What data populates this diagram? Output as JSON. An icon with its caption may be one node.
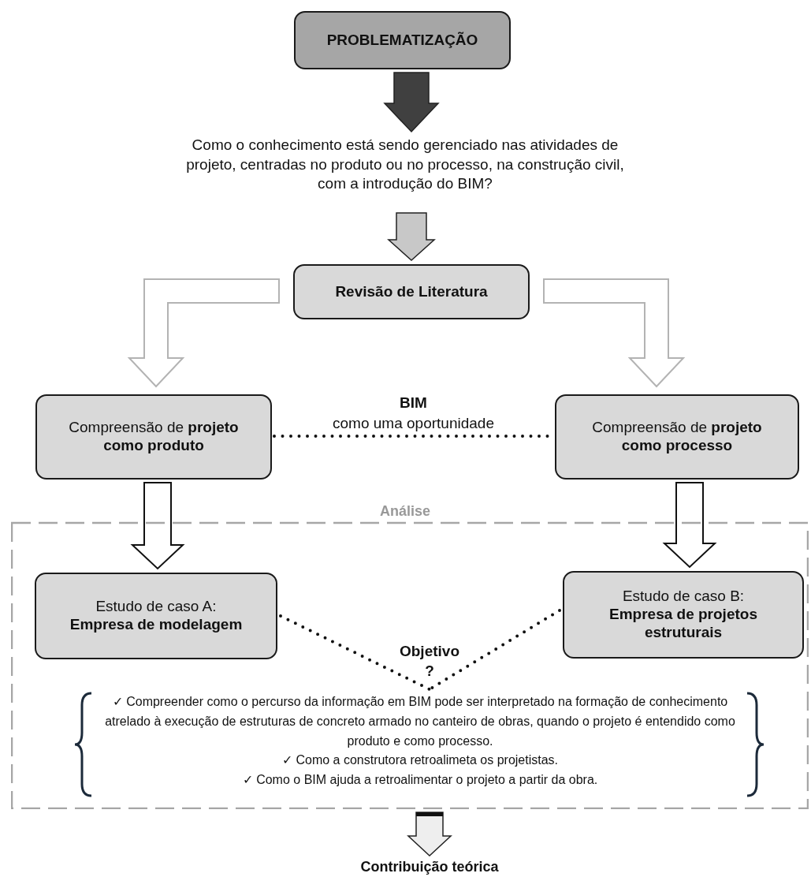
{
  "diagram": {
    "nodes": [
      {
        "text": [
          "PROBLEMATIZAÇÃO"
        ]
      },
      {
        "text": [
          "Como o conhecimento está sendo gerenciado nas atividades de projeto, centradas no produto ou no processo, na construção civil, com a introdução do BIM?"
        ]
      },
      {
        "text": [
          "Revisão de Literatura"
        ]
      },
      {
        "text": [
          "Compreensão de **projeto como produto**"
        ]
      },
      {
        "text": [
          "Compreensão de **projeto como processo**"
        ]
      },
      {
        "text": [
          "Análise"
        ]
      },
      {
        "text": [
          "Estudo de caso A:",
          "Empresa de modelagem"
        ],
        "in": 5
      },
      {
        "text": [
          "Estudo de caso B:",
          "Empresa de projetos estruturais"
        ],
        "in": 5
      },
      {
        "text": [
          "Objetivo ?"
        ],
        "in": 5
      },
      {
        "text": [
          "✓ Compreender como o percurso da informação em BIM pode ser interpretado na formação de conhecimento atrelado à execução de estruturas de concreto armado no canteiro de obras, quando o projeto é entendido como produto e como processo.",
          "✓ Como a construtora retroalimeta os projetistas.",
          "✓ Como o BIM ajuda a retroalimentar o projeto a partir da obra."
        ],
        "in": 5
      },
      {
        "text": [
          "Contribuição teórica"
        ]
      }
    ],
    "edges": [
      {
        "from": 0,
        "to": 1,
        "arrow": "to",
        "style": "thick",
        "color": "#404040"
      },
      {
        "from": 1,
        "to": 2,
        "arrow": "to",
        "style": "thick",
        "color": "#c8c8c8"
      },
      {
        "from": 2,
        "to": 3,
        "arrow": "to",
        "color": "#b3b3b3"
      },
      {
        "from": 2,
        "to": 4,
        "arrow": "to",
        "color": "#b3b3b3"
      },
      {
        "from": 3,
        "to": 4,
        "arrow": "none",
        "style": "dashed",
        "label": "**BIM** como uma oportunidade"
      },
      {
        "from": 3,
        "to": 6,
        "arrow": "to"
      },
      {
        "from": 4,
        "to": 7,
        "arrow": "to"
      },
      {
        "from": 6,
        "to": 8,
        "arrow": "none",
        "style": "dashed"
      },
      {
        "from": 7,
        "to": 8,
        "arrow": "none",
        "style": "dashed"
      },
      {
        "from": 5,
        "to": 10,
        "arrow": "to",
        "style": "thick",
        "color": "#eeeeee"
      }
    ]
  }
}
